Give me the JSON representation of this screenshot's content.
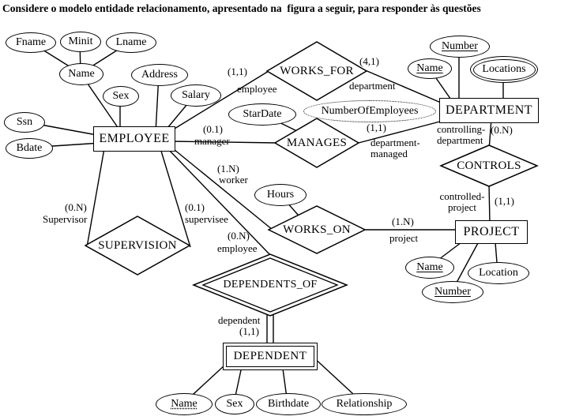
{
  "title": "Considere o modelo entidade relacionamento, apresentado na  figura a seguir, para responder às questões",
  "entities": {
    "employee": "EMPLOYEE",
    "department": "DEPARTMENT",
    "project": "PROJECT",
    "dependent": "DEPENDENT"
  },
  "relationships": {
    "works_for": "WORKS_FOR",
    "manages": "MANAGES",
    "controls": "CONTROLS",
    "works_on": "WORKS_ON",
    "supervision": "SUPERVISION",
    "dependents_of": "DEPENDENTS_OF"
  },
  "attributes": {
    "fname": "Fname",
    "minit": "Minit",
    "lname": "Lname",
    "name_emp": "Name",
    "address": "Address",
    "sex_emp": "Sex",
    "salary": "Salary",
    "ssn": "Ssn",
    "bdate": "Bdate",
    "stardate": "StarDate",
    "number_of_employees": "NumberOfEmployees",
    "number_dept": "Number",
    "name_dept": "Name",
    "locations": "Locations",
    "hours": "Hours",
    "name_proj": "Name",
    "location_proj": "Location",
    "number_proj": "Number",
    "name_dep": "Name",
    "sex_dep": "Sex",
    "birthdate": "Birthdate",
    "relationship": "Relationship"
  },
  "labels": {
    "works_for_emp_card": "(1,1)",
    "works_for_emp_role": "employee",
    "works_for_dept_card": "(4,1)",
    "works_for_dept_role": "department",
    "manages_emp_card": "(0.1)",
    "manages_emp_role": "manager",
    "manages_dept_card": "(1,1)",
    "manages_dept_role": "department-\nmanaged",
    "controls_dept_role": "controlling-\ndepartment",
    "controls_dept_card": "(0.N)",
    "controls_proj_role": "controlled-\nproject",
    "controls_proj_card": "(1,1)",
    "works_on_emp_card": "(1.N)",
    "works_on_emp_role": "worker",
    "works_on_proj_card": "(1.N)",
    "works_on_proj_role": "project",
    "supervision_supervisor_card": "(0.N)",
    "supervision_supervisor_role": "Supervisor",
    "supervision_supervisee_card": "(0.1)",
    "supervision_supervisee_role": "supervisee",
    "dependents_emp_card": "(0.N)",
    "dependents_emp_role": "employee",
    "dependents_dep_role": "dependent",
    "dependents_dep_card": "(1,1)"
  },
  "colors": {
    "line": "#000000",
    "background": "#ffffff",
    "text": "#000000"
  }
}
